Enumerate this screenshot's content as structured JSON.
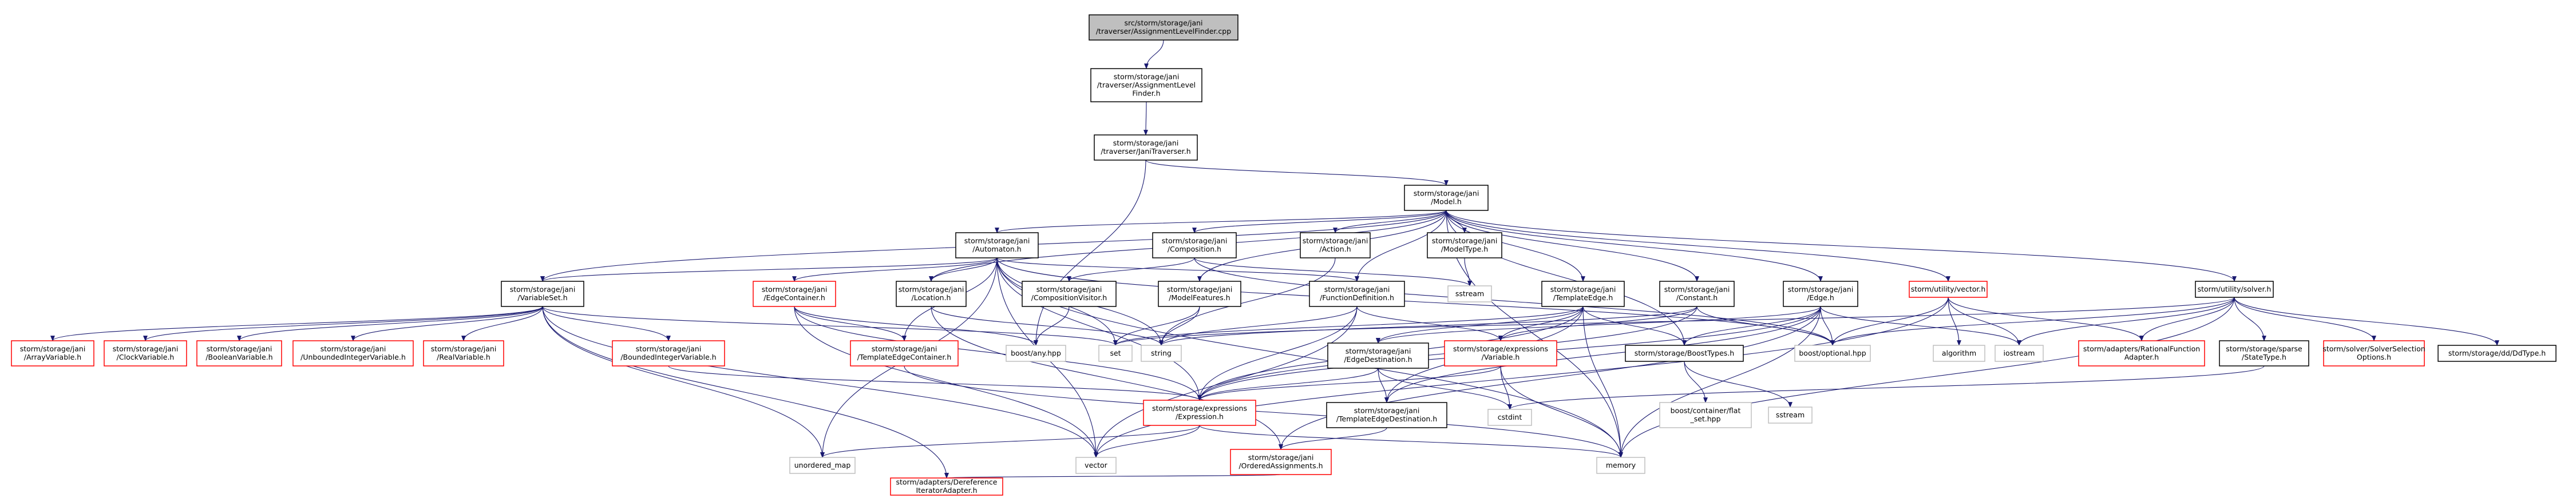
{
  "nodes": [
    {
      "id": "root",
      "lines": [
        "src/storm/storage/jani",
        "/traverser/AssignmentLevelFinder.cpp"
      ],
      "style": "root"
    },
    {
      "id": "alf_h",
      "lines": [
        "storm/storage/jani",
        "/traverser/AssignmentLevel",
        "Finder.h"
      ],
      "style": "normal"
    },
    {
      "id": "trav_h",
      "lines": [
        "storm/storage/jani",
        "/traverser/JaniTraverser.h"
      ],
      "style": "normal"
    },
    {
      "id": "model_h",
      "lines": [
        "storm/storage/jani",
        "/Model.h"
      ],
      "style": "normal"
    },
    {
      "id": "automaton_h",
      "lines": [
        "storm/storage/jani",
        "/Automaton.h"
      ],
      "style": "normal"
    },
    {
      "id": "composition_h",
      "lines": [
        "storm/storage/jani",
        "/Composition.h"
      ],
      "style": "normal"
    },
    {
      "id": "action_h",
      "lines": [
        "storm/storage/jani",
        "/Action.h"
      ],
      "style": "normal"
    },
    {
      "id": "modeltype_h",
      "lines": [
        "storm/storage/jani",
        "/ModelType.h"
      ],
      "style": "normal"
    },
    {
      "id": "templateedge_h",
      "lines": [
        "storm/storage/jani",
        "/TemplateEdge.h"
      ],
      "style": "normal"
    },
    {
      "id": "constant_h",
      "lines": [
        "storm/storage/jani",
        "/Constant.h"
      ],
      "style": "normal"
    },
    {
      "id": "edge_h",
      "lines": [
        "storm/storage/jani",
        "/Edge.h"
      ],
      "style": "normal"
    },
    {
      "id": "vector_util_h",
      "lines": [
        "storm/utility/vector.h"
      ],
      "style": "red"
    },
    {
      "id": "solver_h",
      "lines": [
        "storm/utility/solver.h"
      ],
      "style": "normal"
    },
    {
      "id": "variableset_h",
      "lines": [
        "storm/storage/jani",
        "/VariableSet.h"
      ],
      "style": "normal"
    },
    {
      "id": "edgecontainer_h",
      "lines": [
        "storm/storage/jani",
        "/EdgeContainer.h"
      ],
      "style": "red"
    },
    {
      "id": "location_h",
      "lines": [
        "storm/storage/jani",
        "/Location.h"
      ],
      "style": "normal"
    },
    {
      "id": "compvisitor_h",
      "lines": [
        "storm/storage/jani",
        "/CompositionVisitor.h"
      ],
      "style": "normal"
    },
    {
      "id": "modelfeatures_h",
      "lines": [
        "storm/storage/jani",
        "/ModelFeatures.h"
      ],
      "style": "normal"
    },
    {
      "id": "funcdef_h",
      "lines": [
        "storm/storage/jani",
        "/FunctionDefinition.h"
      ],
      "style": "normal"
    },
    {
      "id": "sstream_top",
      "lines": [
        "sstream"
      ],
      "style": "sys"
    },
    {
      "id": "arrayvar_h",
      "lines": [
        "storm/storage/jani",
        "/ArrayVariable.h"
      ],
      "style": "red"
    },
    {
      "id": "clockvar_h",
      "lines": [
        "storm/storage/jani",
        "/ClockVariable.h"
      ],
      "style": "red"
    },
    {
      "id": "boolvar_h",
      "lines": [
        "storm/storage/jani",
        "/BooleanVariable.h"
      ],
      "style": "red"
    },
    {
      "id": "unbintvar_h",
      "lines": [
        "storm/storage/jani",
        "/UnboundedIntegerVariable.h"
      ],
      "style": "red"
    },
    {
      "id": "realvar_h",
      "lines": [
        "storm/storage/jani",
        "/RealVariable.h"
      ],
      "style": "red"
    },
    {
      "id": "bintvar_h",
      "lines": [
        "storm/storage/jani",
        "/BoundedIntegerVariable.h"
      ],
      "style": "red"
    },
    {
      "id": "tedgecont_h",
      "lines": [
        "storm/storage/jani",
        "/TemplateEdgeContainer.h"
      ],
      "style": "red"
    },
    {
      "id": "boostany",
      "lines": [
        "boost/any.hpp"
      ],
      "style": "sys"
    },
    {
      "id": "set",
      "lines": [
        "set"
      ],
      "style": "sys"
    },
    {
      "id": "string",
      "lines": [
        "string"
      ],
      "style": "sys"
    },
    {
      "id": "exprvariable_h",
      "lines": [
        "storm/storage/expressions",
        "/Variable.h"
      ],
      "style": "red"
    },
    {
      "id": "edgedest_h",
      "lines": [
        "storm/storage/jani",
        "/EdgeDestination.h"
      ],
      "style": "normal"
    },
    {
      "id": "boosttypes_h",
      "lines": [
        "storm/storage/BoostTypes.h"
      ],
      "style": "normal"
    },
    {
      "id": "boostoptional",
      "lines": [
        "boost/optional.hpp"
      ],
      "style": "sys"
    },
    {
      "id": "algorithm",
      "lines": [
        "algorithm"
      ],
      "style": "sys"
    },
    {
      "id": "iostream",
      "lines": [
        "iostream"
      ],
      "style": "sys"
    },
    {
      "id": "rationalfunc_h",
      "lines": [
        "storm/adapters/RationalFunction",
        "Adapter.h"
      ],
      "style": "red"
    },
    {
      "id": "statetype_h",
      "lines": [
        "storm/storage/sparse",
        "/StateType.h"
      ],
      "style": "normal"
    },
    {
      "id": "solversel_h",
      "lines": [
        "storm/solver/SolverSelection",
        "Options.h"
      ],
      "style": "red"
    },
    {
      "id": "ddtype_h",
      "lines": [
        "storm/storage/dd/DdType.h"
      ],
      "style": "normal"
    },
    {
      "id": "expression_h",
      "lines": [
        "storm/storage/expressions",
        "/Expression.h"
      ],
      "style": "red"
    },
    {
      "id": "cstdint",
      "lines": [
        "cstdint"
      ],
      "style": "sys"
    },
    {
      "id": "flatset",
      "lines": [
        "boost/container/flat",
        "_set.hpp"
      ],
      "style": "sys"
    },
    {
      "id": "sstream_bot",
      "lines": [
        "sstream"
      ],
      "style": "sys"
    },
    {
      "id": "templedgedest_h",
      "lines": [
        "storm/storage/jani",
        "/TemplateEdgeDestination.h"
      ],
      "style": "normal"
    },
    {
      "id": "unordered_map",
      "lines": [
        "unordered_map"
      ],
      "style": "sys"
    },
    {
      "id": "vector",
      "lines": [
        "vector"
      ],
      "style": "sys"
    },
    {
      "id": "orderedassign_h",
      "lines": [
        "storm/storage/jani",
        "/OrderedAssignments.h"
      ],
      "style": "red"
    },
    {
      "id": "memory",
      "lines": [
        "memory"
      ],
      "style": "sys"
    },
    {
      "id": "deref_h",
      "lines": [
        "storm/adapters/Dereference",
        "IteratorAdapter.h"
      ],
      "style": "red"
    }
  ],
  "edges": [
    [
      "root",
      "alf_h"
    ],
    [
      "alf_h",
      "trav_h"
    ],
    [
      "trav_h",
      "model_h"
    ],
    [
      "trav_h",
      "boostany"
    ],
    [
      "model_h",
      "automaton_h"
    ],
    [
      "model_h",
      "composition_h"
    ],
    [
      "model_h",
      "action_h"
    ],
    [
      "model_h",
      "modeltype_h"
    ],
    [
      "model_h",
      "templateedge_h"
    ],
    [
      "model_h",
      "constant_h"
    ],
    [
      "model_h",
      "edge_h"
    ],
    [
      "model_h",
      "vector_util_h"
    ],
    [
      "model_h",
      "solver_h"
    ],
    [
      "model_h",
      "variableset_h"
    ],
    [
      "model_h",
      "modelfeatures_h"
    ],
    [
      "model_h",
      "funcdef_h"
    ],
    [
      "model_h",
      "location_h"
    ],
    [
      "model_h",
      "boosttypes_h"
    ],
    [
      "model_h",
      "memory"
    ],
    [
      "automaton_h",
      "variableset_h"
    ],
    [
      "automaton_h",
      "edgecontainer_h"
    ],
    [
      "automaton_h",
      "location_h"
    ],
    [
      "automaton_h",
      "tedgecont_h"
    ],
    [
      "automaton_h",
      "funcdef_h"
    ],
    [
      "automaton_h",
      "set"
    ],
    [
      "automaton_h",
      "string"
    ],
    [
      "automaton_h",
      "unordered_map"
    ],
    [
      "automaton_h",
      "vector"
    ],
    [
      "automaton_h",
      "memory"
    ],
    [
      "automaton_h",
      "boostoptional"
    ],
    [
      "automaton_h",
      "expression_h"
    ],
    [
      "composition_h",
      "compvisitor_h"
    ],
    [
      "composition_h",
      "sstream_top"
    ],
    [
      "composition_h",
      "boostoptional"
    ],
    [
      "compvisitor_h",
      "boostany"
    ],
    [
      "action_h",
      "string"
    ],
    [
      "modeltype_h",
      "sstream_top"
    ],
    [
      "variableset_h",
      "arrayvar_h"
    ],
    [
      "variableset_h",
      "clockvar_h"
    ],
    [
      "variableset_h",
      "boolvar_h"
    ],
    [
      "variableset_h",
      "unbintvar_h"
    ],
    [
      "variableset_h",
      "realvar_h"
    ],
    [
      "variableset_h",
      "bintvar_h"
    ],
    [
      "variableset_h",
      "set"
    ],
    [
      "variableset_h",
      "deref_h"
    ],
    [
      "variableset_h",
      "vector"
    ],
    [
      "variableset_h",
      "unordered_map"
    ],
    [
      "bintvar_h",
      "expression_h"
    ],
    [
      "edgecontainer_h",
      "tedgecont_h"
    ],
    [
      "edgecontainer_h",
      "boostany"
    ],
    [
      "edgecontainer_h",
      "vector"
    ],
    [
      "edgecontainer_h",
      "expression_h"
    ],
    [
      "tedgecont_h",
      "memory"
    ],
    [
      "location_h",
      "string"
    ],
    [
      "location_h",
      "orderedassign_h"
    ],
    [
      "funcdef_h",
      "string"
    ],
    [
      "funcdef_h",
      "exprvariable_h"
    ],
    [
      "funcdef_h",
      "expression_h"
    ],
    [
      "funcdef_h",
      "vector"
    ],
    [
      "templateedge_h",
      "exprvariable_h"
    ],
    [
      "templateedge_h",
      "expression_h"
    ],
    [
      "templateedge_h",
      "boosttypes_h"
    ],
    [
      "templateedge_h",
      "memory"
    ],
    [
      "templateedge_h",
      "edgedest_h"
    ],
    [
      "templateedge_h",
      "set"
    ],
    [
      "templateedge_h",
      "templedgedest_h"
    ],
    [
      "constant_h",
      "exprvariable_h"
    ],
    [
      "constant_h",
      "expression_h"
    ],
    [
      "constant_h",
      "boostoptional"
    ],
    [
      "constant_h",
      "string"
    ],
    [
      "edge_h",
      "boosttypes_h"
    ],
    [
      "edge_h",
      "boostoptional"
    ],
    [
      "edge_h",
      "edgedest_h"
    ],
    [
      "edge_h",
      "templedgedest_h"
    ],
    [
      "edge_h",
      "orderedassign_h"
    ],
    [
      "edge_h",
      "memory"
    ],
    [
      "edge_h",
      "expression_h"
    ],
    [
      "edge_h",
      "iostream"
    ],
    [
      "vector_util_h",
      "algorithm"
    ],
    [
      "vector_util_h",
      "iostream"
    ],
    [
      "vector_util_h",
      "rationalfunc_h"
    ],
    [
      "vector_util_h",
      "boostoptional"
    ],
    [
      "vector_util_h",
      "vector"
    ],
    [
      "solver_h",
      "iostream"
    ],
    [
      "solver_h",
      "rationalfunc_h"
    ],
    [
      "solver_h",
      "statetype_h"
    ],
    [
      "solver_h",
      "solversel_h"
    ],
    [
      "solver_h",
      "ddtype_h"
    ],
    [
      "solver_h",
      "memory"
    ],
    [
      "solver_h",
      "boostoptional"
    ],
    [
      "solver_h",
      "set"
    ],
    [
      "statetype_h",
      "cstdint"
    ],
    [
      "modelfeatures_h",
      "string"
    ],
    [
      "modelfeatures_h",
      "set"
    ],
    [
      "exprvariable_h",
      "cstdint"
    ],
    [
      "exprvariable_h",
      "memory"
    ],
    [
      "exprvariable_h",
      "expression_h"
    ],
    [
      "edgedest_h",
      "cstdint"
    ],
    [
      "edgedest_h",
      "templedgedest_h"
    ],
    [
      "edgedest_h",
      "expression_h"
    ],
    [
      "boosttypes_h",
      "flatset"
    ],
    [
      "boosttypes_h",
      "sstream_bot"
    ],
    [
      "templedgedest_h",
      "orderedassign_h"
    ],
    [
      "expression_h",
      "unordered_map"
    ],
    [
      "expression_h",
      "vector"
    ],
    [
      "expression_h",
      "memory"
    ],
    [
      "orderedassign_h",
      "deref_h"
    ]
  ],
  "colors": {
    "edge": "#191970",
    "box_normal": "#000000",
    "box_red": "#ff0000",
    "box_sys": "#bfbfbf",
    "root_fill": "#bfbfbf",
    "text": "#000000",
    "text_sys": "#000000"
  }
}
